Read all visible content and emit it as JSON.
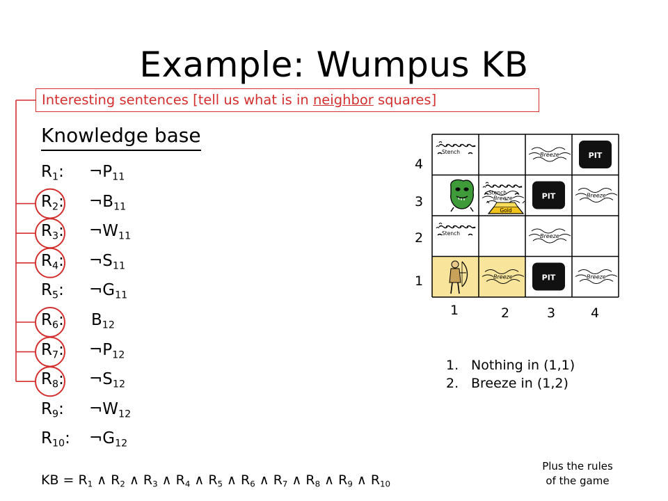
{
  "slide": {
    "title": "Example: Wumpus KB",
    "callout": {
      "before": "Interesting sentences [tell us what is in ",
      "underlined": "neighbor",
      "after": " squares]"
    },
    "kb_heading": "Knowledge base",
    "rules": [
      {
        "name": "R",
        "index": "1",
        "neg": "¬",
        "sym": "P",
        "sub": "11",
        "circled": false
      },
      {
        "name": "R",
        "index": "2",
        "neg": "¬",
        "sym": "B",
        "sub": "11",
        "circled": true
      },
      {
        "name": "R",
        "index": "3",
        "neg": "¬",
        "sym": "W",
        "sub": "11",
        "circled": true
      },
      {
        "name": "R",
        "index": "4",
        "neg": "¬",
        "sym": "S",
        "sub": "11",
        "circled": true
      },
      {
        "name": "R",
        "index": "5",
        "neg": "¬",
        "sym": "G",
        "sub": "11",
        "circled": false
      },
      {
        "name": "R",
        "index": "6",
        "neg": "",
        "sym": "B",
        "sub": "12",
        "circled": true
      },
      {
        "name": "R",
        "index": "7",
        "neg": "¬",
        "sym": "P",
        "sub": "12",
        "circled": true
      },
      {
        "name": "R",
        "index": "8",
        "neg": "¬",
        "sym": "S",
        "sub": "12",
        "circled": true
      },
      {
        "name": "R",
        "index": "9",
        "neg": "¬",
        "sym": "W",
        "sub": "12",
        "circled": false
      },
      {
        "name": "R",
        "index": "10",
        "neg": "¬",
        "sym": "G",
        "sub": "12",
        "circled": false
      }
    ],
    "kb_formula": {
      "prefix": "KB = ",
      "conj": " ∧ ",
      "terms": [
        "1",
        "2",
        "3",
        "4",
        "5",
        "6",
        "7",
        "8",
        "9",
        "10"
      ]
    },
    "plus_rules": [
      "Plus the rules",
      "of the game"
    ],
    "observations": [
      {
        "num": "1.",
        "text": "Nothing in (1,1)"
      },
      {
        "num": "2.",
        "text": "Breeze in (1,2)"
      }
    ],
    "grid": {
      "row_labels": [
        "4",
        "3",
        "2",
        "1"
      ],
      "col_labels": [
        "1",
        "2",
        "3",
        "4"
      ],
      "labels": {
        "stench": "Stench",
        "breeze": "Breeze",
        "pit": "PIT",
        "gold": "Gold"
      }
    },
    "colors": {
      "accent_red": "#d32f2f",
      "highlight_cell": "#f8e49a",
      "pit_black": "#111111"
    }
  }
}
